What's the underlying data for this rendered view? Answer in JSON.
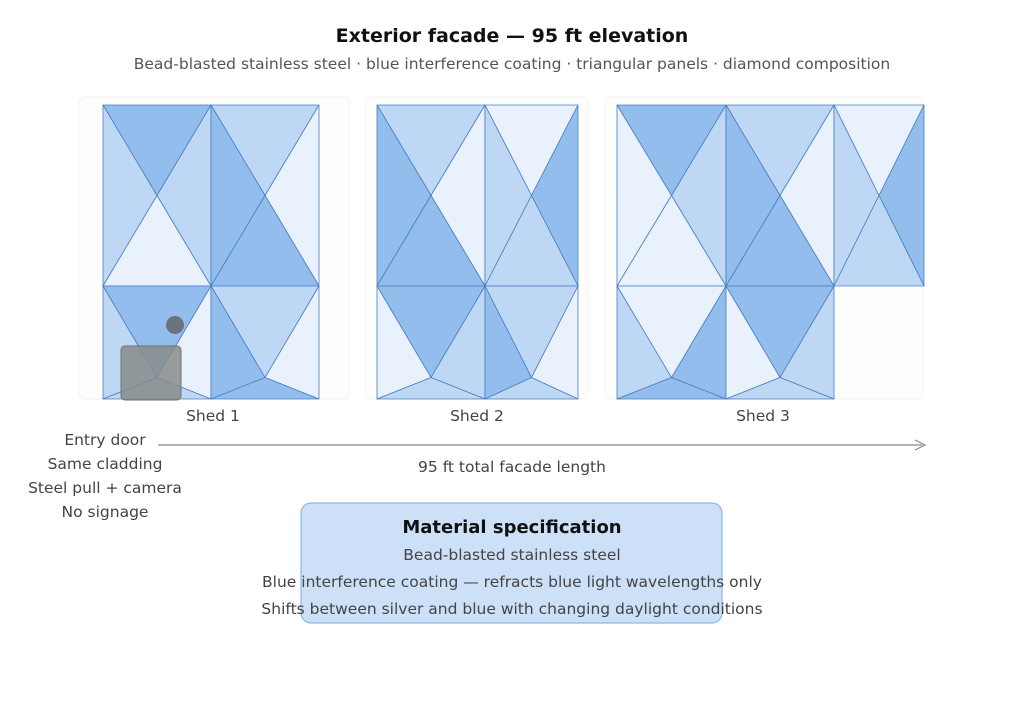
{
  "title": "Exterior facade — 95 ft elevation",
  "subtitle": "Bead-blasted stainless steel · blue interference coating · triangular panels · diamond composition",
  "sheds": [
    {
      "label": "Shed 1"
    },
    {
      "label": "Shed 2"
    },
    {
      "label": "Shed 3"
    }
  ],
  "entry_note": [
    "Entry door",
    "Same cladding",
    "Steel pull + camera",
    "No signage"
  ],
  "length_label": "95 ft total facade length",
  "spec": {
    "heading": "Material specification",
    "lines": [
      "Bead-blasted stainless steel",
      "Blue interference coating — refracts blue light wavelengths only",
      "Shifts between silver and blue with changing daylight conditions"
    ]
  },
  "colors": {
    "panel_light": "#e8f1fc",
    "panel_mid": "#bdd7f4",
    "panel_dark": "#93bdec",
    "panel_stroke": "#4a7fc1",
    "door": "#888c8a",
    "camera": "#6b7280",
    "spec_fill": "#cce0f8",
    "spec_stroke": "#8db8ea",
    "arrow": "#888888"
  }
}
